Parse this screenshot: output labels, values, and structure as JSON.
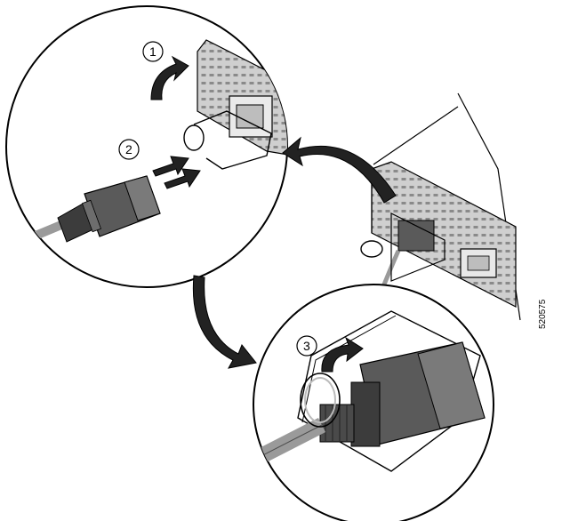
{
  "figure": {
    "id": "520575",
    "steps": [
      {
        "number": "1"
      },
      {
        "number": "2"
      },
      {
        "number": "3"
      }
    ],
    "colors": {
      "outline": "#000000",
      "chassis": "#cfcfcf",
      "chassis_dark": "#8a8a8a",
      "plug": "#5a5a5a",
      "plug_dark": "#3c3c3c",
      "cord": "#9a9a9a",
      "retainer": "#d8d8d8",
      "arrow": "#222222"
    },
    "icons": [
      "rotate-arrow-icon",
      "push-arrow-icon",
      "callout-arrow-icon",
      "power-plug-icon",
      "cable-retainer-icon"
    ]
  }
}
